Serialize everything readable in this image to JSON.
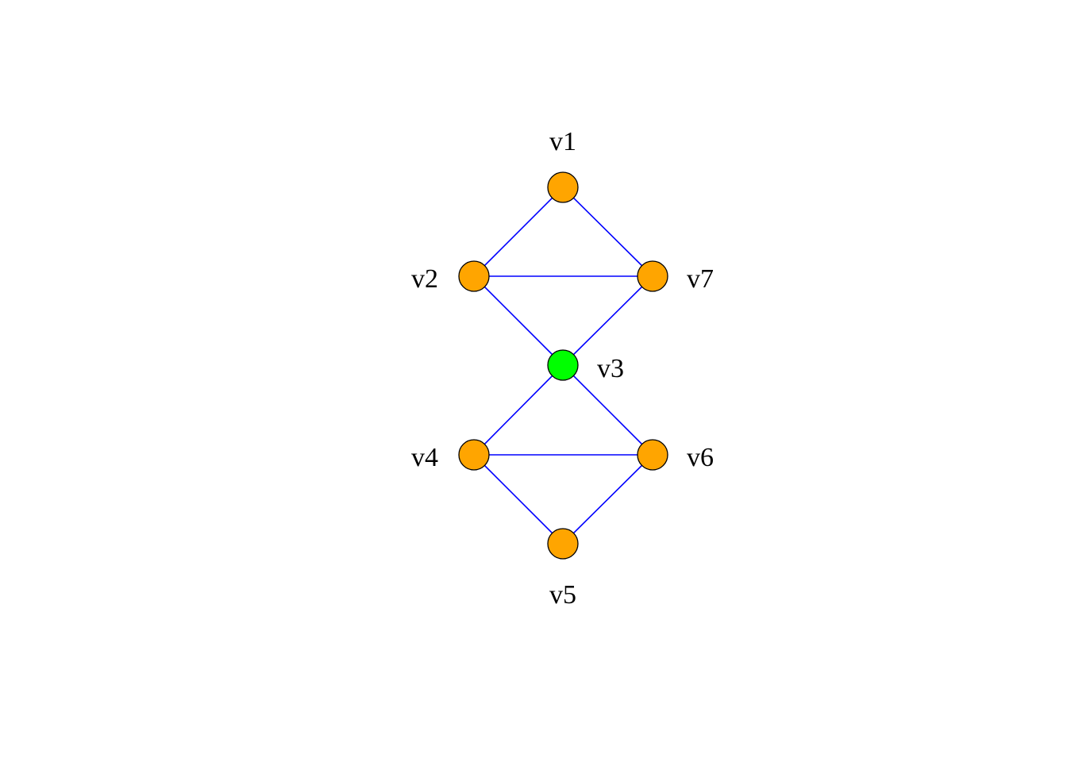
{
  "diagram": {
    "colors": {
      "edge": "#0000ff",
      "node_default": "#ffa500",
      "node_highlight": "#00ff00",
      "node_stroke": "#000000"
    },
    "nodes": [
      {
        "id": "v1",
        "label": "v1",
        "fill": "#ffa500"
      },
      {
        "id": "v2",
        "label": "v2",
        "fill": "#ffa500"
      },
      {
        "id": "v3",
        "label": "v3",
        "fill": "#00ff00"
      },
      {
        "id": "v4",
        "label": "v4",
        "fill": "#ffa500"
      },
      {
        "id": "v5",
        "label": "v5",
        "fill": "#ffa500"
      },
      {
        "id": "v6",
        "label": "v6",
        "fill": "#ffa500"
      },
      {
        "id": "v7",
        "label": "v7",
        "fill": "#ffa500"
      }
    ],
    "edges": [
      [
        "v1",
        "v2"
      ],
      [
        "v1",
        "v7"
      ],
      [
        "v2",
        "v7"
      ],
      [
        "v2",
        "v3"
      ],
      [
        "v7",
        "v3"
      ],
      [
        "v3",
        "v4"
      ],
      [
        "v3",
        "v6"
      ],
      [
        "v4",
        "v6"
      ],
      [
        "v4",
        "v5"
      ],
      [
        "v6",
        "v5"
      ]
    ]
  }
}
